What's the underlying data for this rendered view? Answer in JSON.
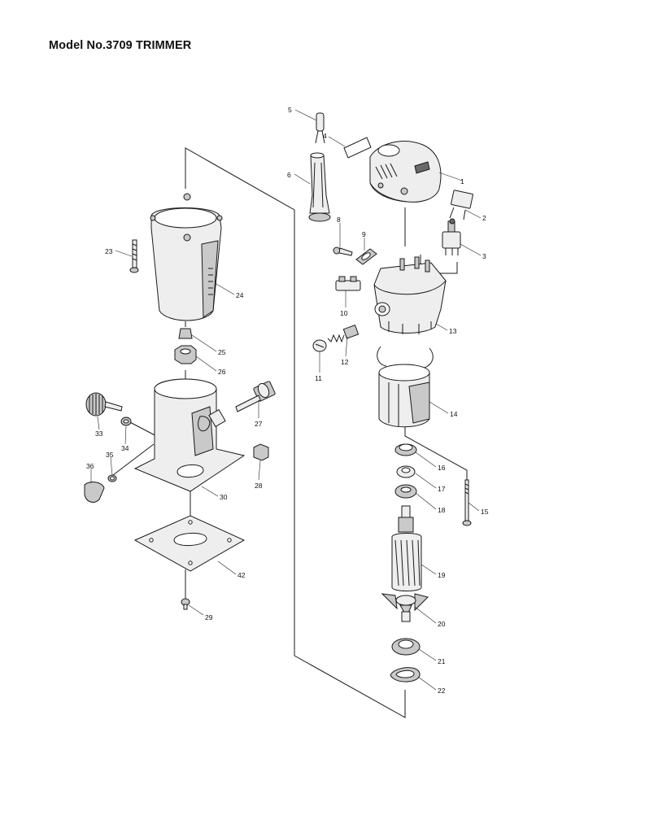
{
  "title": "Model No.3709 TRIMMER",
  "callouts": {
    "c1": "1",
    "c2": "2",
    "c3": "3",
    "c4": "4",
    "c5": "5",
    "c6": "6",
    "c8": "8",
    "c9": "9",
    "c10": "10",
    "c11": "11",
    "c12": "12",
    "c13": "13",
    "c14": "14",
    "c15": "15",
    "c16": "16",
    "c17": "17",
    "c18": "18",
    "c19": "19",
    "c20": "20",
    "c21": "21",
    "c22": "22",
    "c23": "23",
    "c24": "24",
    "c25": "25",
    "c26": "26",
    "c27": "27",
    "c28": "28",
    "c29": "29",
    "c30": "30",
    "c33": "33",
    "c34": "34",
    "c35": "35",
    "c36": "36",
    "c42": "42"
  }
}
